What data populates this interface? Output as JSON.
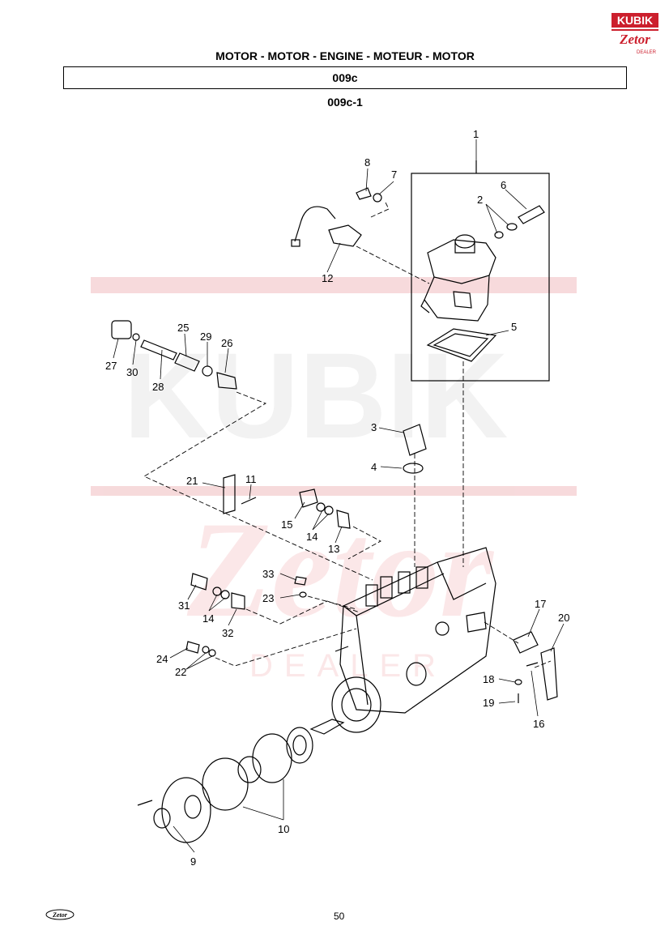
{
  "header": {
    "title": "MOTOR - MOTOR - ENGINE - MOTEUR - MOTOR",
    "section": "009c",
    "subsection": "009c-1"
  },
  "logo": {
    "brand_top": "KUBIK",
    "brand_bottom": "Zetor",
    "tag": "DEALER",
    "color": "#cc1f2d"
  },
  "watermark": {
    "line1": "KUBIK",
    "line2": "Zetor",
    "line3": "DEALER",
    "color": "#f3c6c8"
  },
  "callouts": {
    "c1": "1",
    "c2": "2",
    "c3": "3",
    "c4": "4",
    "c5": "5",
    "c6": "6",
    "c7": "7",
    "c8": "8",
    "c9": "9",
    "c10": "10",
    "c11": "11",
    "c12": "12",
    "c13": "13",
    "c14a": "14",
    "c14b": "14",
    "c15": "15",
    "c16": "16",
    "c17": "17",
    "c18": "18",
    "c19": "19",
    "c20": "20",
    "c21": "21",
    "c22": "22",
    "c23": "23",
    "c24": "24",
    "c25": "25",
    "c26": "26",
    "c27": "27",
    "c28": "28",
    "c29": "29",
    "c30": "30",
    "c31": "31",
    "c32": "32",
    "c33": "33"
  },
  "footer": {
    "logo_text": "Zetor",
    "page": "50"
  }
}
